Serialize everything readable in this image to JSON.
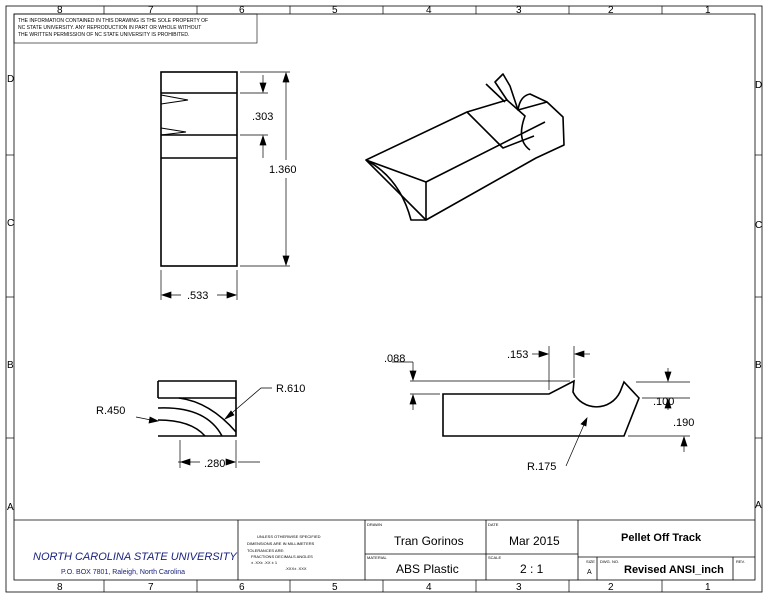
{
  "notice": [
    "THE INFORMATION CONTAINED IN THIS DRAWING IS THE SOLE PROPERTY OF",
    "NC STATE UNIVERSITY. ANY REPRODUCTION IN PART OR WHOLE WITHOUT",
    "THE WRITTEN PERMISSION OF NC STATE UNIVERSITY IS PROHIBITED."
  ],
  "zones": {
    "columns": [
      "8",
      "7",
      "6",
      "5",
      "4",
      "3",
      "2",
      "1"
    ],
    "rows": [
      "D",
      "C",
      "B",
      "A"
    ]
  },
  "dimensions": {
    "front_height": ".303",
    "front_total": "1.360",
    "front_width": ".533",
    "side_r_small": "R.450",
    "side_r_large": "R.610",
    "side_width": ".280",
    "profile_left": ".088",
    "profile_top": ".153",
    "profile_right_a": ".100",
    "profile_right_b": ".190",
    "profile_radius": "R.175"
  },
  "title_block": {
    "tolerance_note": [
      "UNLESS OTHERWISE SPECIFIED",
      "DIMENSIONS ARE IN MILLIMETERS",
      "TOLERANCES ARE:",
      "FRACTIONS  DECIMALS  ANGLES",
      "±       .XX± .XX    ± 1",
      ".XXX± .XXX"
    ],
    "drawn_label": "DRAWN",
    "drawn_value": "Tran Gorinos",
    "date_label": "DATE",
    "date_value": "Mar 2015",
    "material_label": "MATERIAL",
    "material_value": "ABS Plastic",
    "scale_label": "SCALE",
    "scale_value": "2 : 1",
    "title": "Pellet Off Track",
    "size_label": "SIZE",
    "size_value": "A",
    "dwg_label": "DWG. NO.",
    "dwg_value": "Revised ANSI_inch",
    "rev_label": "REV.",
    "university": "NORTH CAROLINA STATE UNIVERSITY",
    "address": "P.O. BOX 7801, Raleigh, North Carolina"
  },
  "colors": {
    "line": "#000000",
    "university_text": "#1a237e",
    "notice_text": "#1a237e"
  }
}
